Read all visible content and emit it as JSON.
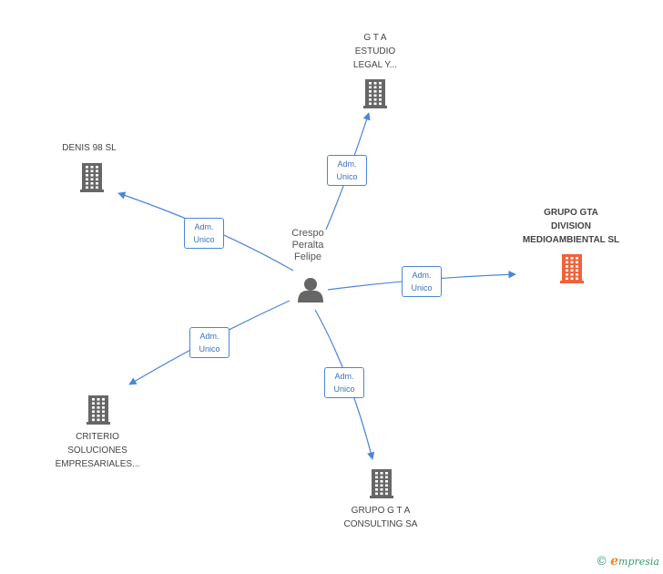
{
  "center": {
    "label_lines": [
      "Crespo",
      "Peralta",
      "Felipe"
    ],
    "icon": "person-icon"
  },
  "companies": [
    {
      "id": "gta-estudio",
      "label_lines": [
        "G T A",
        "ESTUDIO",
        "LEGAL Y..."
      ],
      "icon": "building-icon",
      "color": "#666666"
    },
    {
      "id": "denis-98",
      "label_lines": [
        "DENIS 98  SL"
      ],
      "icon": "building-icon",
      "color": "#666666"
    },
    {
      "id": "grupo-gta-division",
      "label_lines": [
        "GRUPO GTA",
        "DIVISION",
        "MEDIOAMBIENTAL SL"
      ],
      "icon": "building-icon",
      "color": "#f0623a"
    },
    {
      "id": "criterio",
      "label_lines": [
        "CRITERIO",
        "SOLUCIONES",
        "EMPRESARIALES..."
      ],
      "icon": "building-icon",
      "color": "#666666"
    },
    {
      "id": "grupo-gta-consulting",
      "label_lines": [
        "GRUPO G T A",
        "CONSULTING SA"
      ],
      "icon": "building-icon",
      "color": "#666666"
    }
  ],
  "relations": [
    {
      "to": "gta-estudio",
      "role_lines": [
        "Adm.",
        "Unico"
      ]
    },
    {
      "to": "denis-98",
      "role_lines": [
        "Adm.",
        "Unico"
      ]
    },
    {
      "to": "grupo-gta-division",
      "role_lines": [
        "Adm.",
        "Unico"
      ]
    },
    {
      "to": "criterio",
      "role_lines": [
        "Adm.",
        "Unico"
      ]
    },
    {
      "to": "grupo-gta-consulting",
      "role_lines": [
        "Adm.",
        "Unico"
      ]
    }
  ],
  "colors": {
    "edge": "#4a86d6",
    "node": "#666666",
    "focus": "#f0623a"
  },
  "footer": {
    "copyright": "©",
    "brand_initial": "e",
    "brand_rest": "mpresia"
  }
}
